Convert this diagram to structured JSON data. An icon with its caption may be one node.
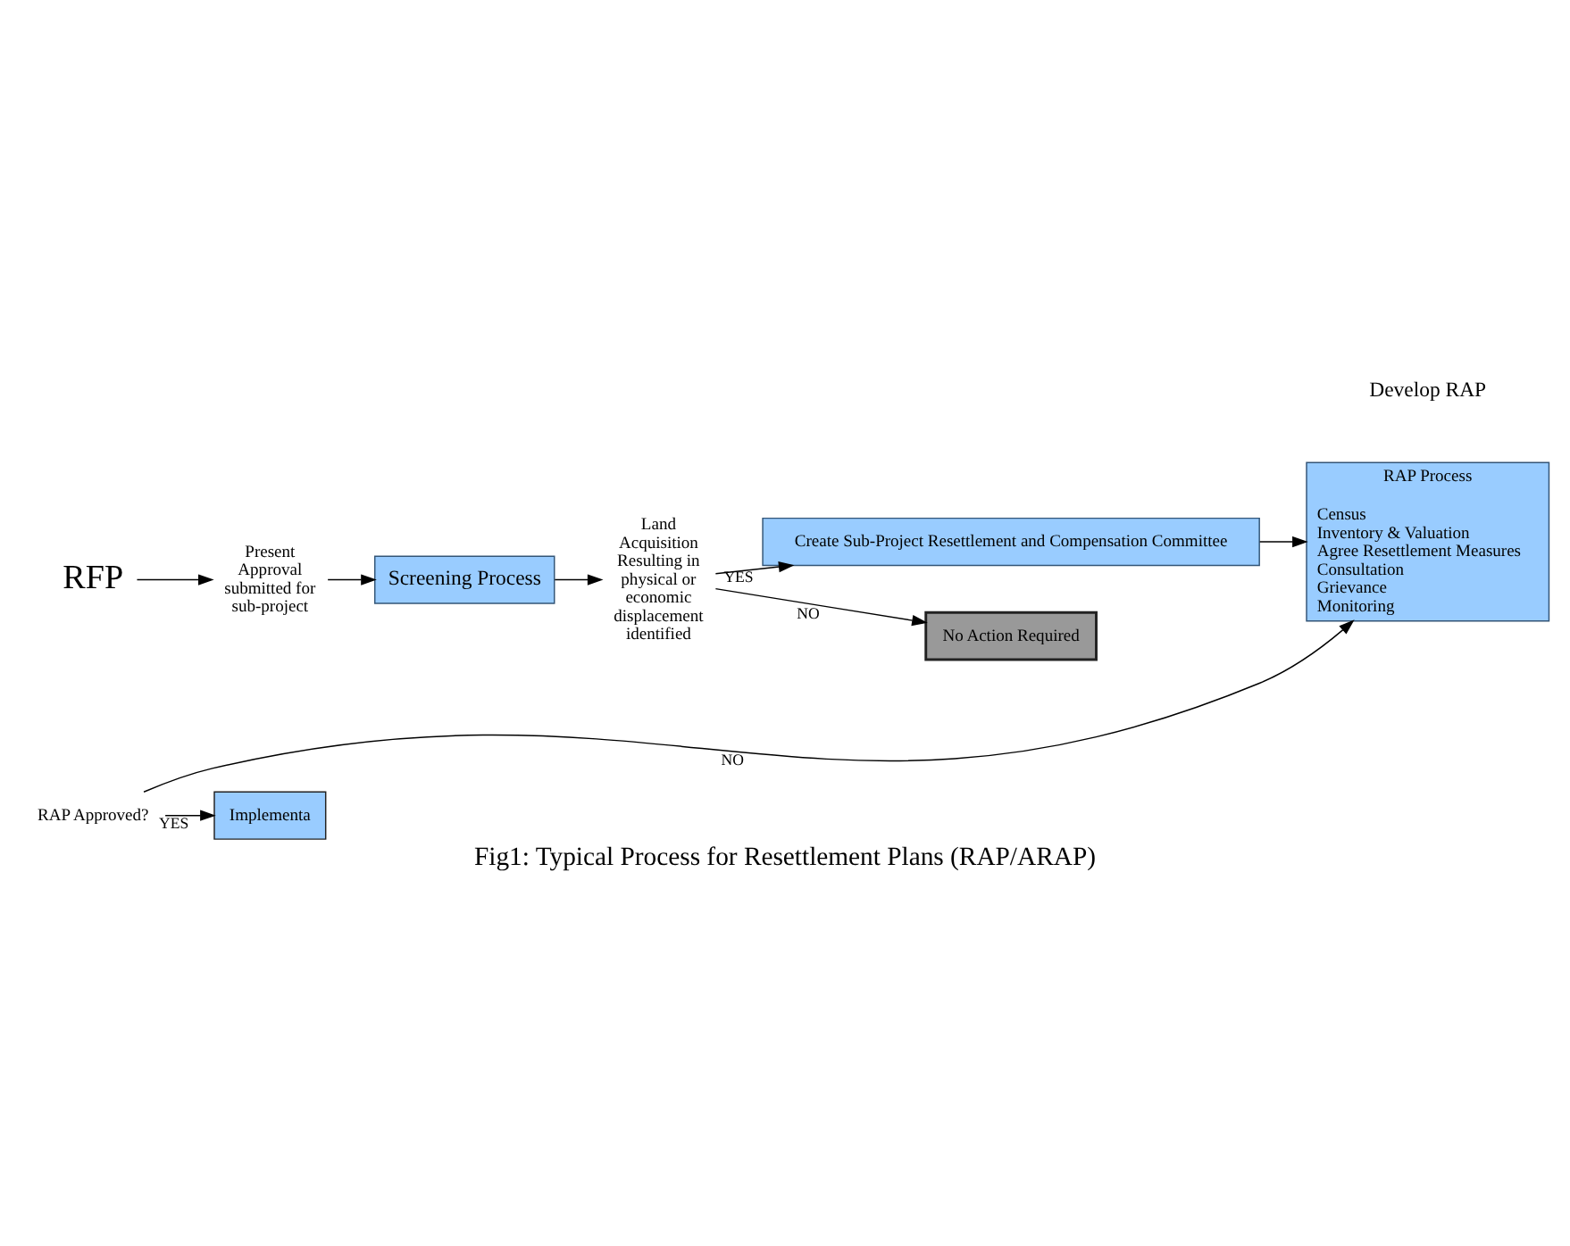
{
  "diagram": {
    "title": "Fig1: Typical Process for Resettlement Plans (RAP/ARAP)",
    "nodes": [
      {
        "text": [
          "RFP"
        ]
      },
      {
        "text": [
          "Present Approval submitted for sub-project"
        ]
      },
      {
        "text": [
          "Screening Process"
        ]
      },
      {
        "text": [
          "Land Acquisition Resulting in physical or economic displacement identified"
        ]
      },
      {
        "text": [
          "Create Sub-Project Resettlement and Compensation Committee"
        ]
      },
      {
        "text": [
          "RAP Process",
          "Census",
          "Inventory & Valuation",
          "Agree Resettlement Measures",
          "Consultation",
          "Grievance",
          "Monitoring"
        ]
      },
      {
        "text": [
          "RAP Approved?"
        ]
      },
      {
        "text": [
          "Implementa"
        ]
      },
      {
        "text": [
          "No Action Required"
        ]
      }
    ],
    "edges": [
      {
        "from": 0,
        "to": 1,
        "arrow": "to"
      },
      {
        "from": 1,
        "to": 2,
        "arrow": "to"
      },
      {
        "from": 2,
        "to": 3,
        "arrow": "to"
      },
      {
        "from": 3,
        "to": 4,
        "label": "YES",
        "arrow": "to"
      },
      {
        "from": 3,
        "to": 8,
        "label": "NO",
        "arrow": "to"
      },
      {
        "from": 4,
        "to": 5,
        "arrow": "to"
      },
      {
        "from": 6,
        "to": 7,
        "label": "YES",
        "arrow": "to"
      },
      {
        "from": 6,
        "to": 5,
        "label": "NO",
        "arrow": "to"
      }
    ],
    "labels": [
      "Develop RAP"
    ]
  }
}
